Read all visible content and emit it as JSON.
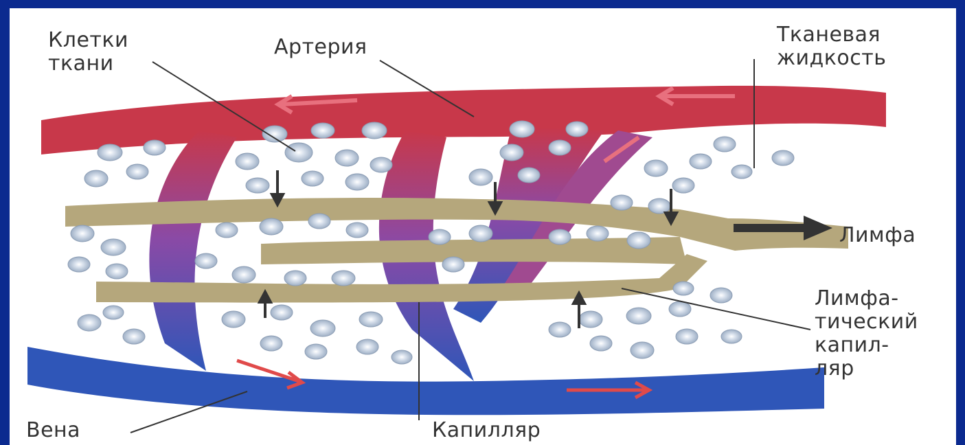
{
  "diagram": {
    "labels": {
      "tissue_cells": [
        "Клетки",
        "ткани"
      ],
      "artery": "Артерия",
      "tissue_fluid": [
        "Тканевая",
        "жидкость"
      ],
      "lymph": "Лимфа",
      "lymph_capillary": [
        "Лимфа-",
        "тический",
        "капил-",
        "ляр"
      ],
      "vein": "Вена",
      "capillary": "Капилляр"
    },
    "colors": {
      "background": "#0b2a8f",
      "artery": "#c8384a",
      "vein": "#2f56b8",
      "lymph": "#b5a77c",
      "cell": "#b9c6d6"
    }
  }
}
